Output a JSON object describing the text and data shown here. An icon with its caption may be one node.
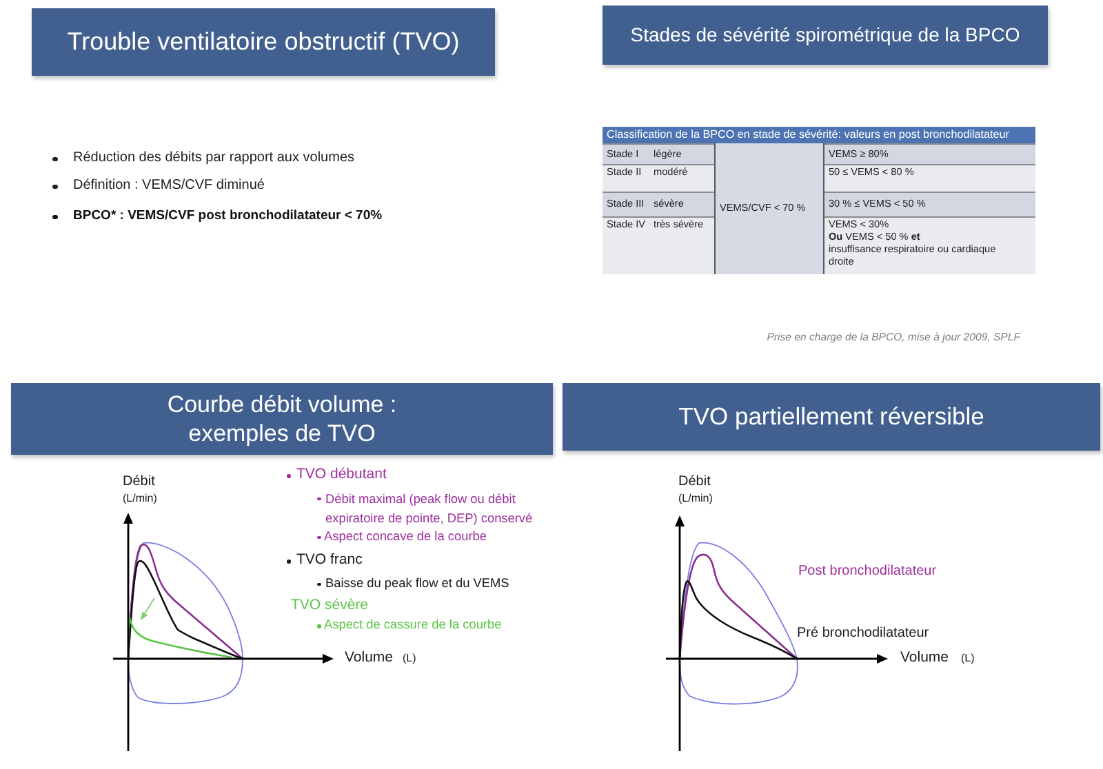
{
  "diagram": {
    "nodes": [
      {
        "text": [
          "Trouble ventilatoire obstructif (TVO)"
        ]
      },
      {
        "text": [
          "Stades de sévérité spirométrique de la BPCO"
        ]
      },
      {
        "text": [
          "Courbe débit volume : exemples de TVO"
        ]
      },
      {
        "text": [
          "TVO partiellement réversible"
        ]
      }
    ],
    "labels": [
      "Réduction des débits par rapport aux volumes",
      "Définition : VEMS/CVF diminué",
      "BPCO* : VEMS/CVF post bronchodilatateur < 70%",
      "Classification de la BPCO en stade de sévérité: valeurs en post bronchodilatateur",
      "Stade I",
      "légère",
      "VEMS/CVF < 70 %",
      "VEMS ≥ 80%",
      "Stade II",
      "modéré",
      "50 ≤ VEMS < 80 %",
      "Stade III",
      "sévère",
      "30 % ≤ VEMS < 50 %",
      "Stade IV",
      "très sévère",
      "VEMS < 30%",
      "**Ou** VEMS < 50 % **et**",
      "insuffisance respiratoire ou cardiaque droite",
      "Prise en charge de la BPCO, mise à jour 2009, SPLF",
      "Débit",
      "(L/min)",
      "Volume",
      "(L)",
      "TVO débutant",
      "Débit maximal (peak flow ou débit expiratoire de pointe, DEP) conservé",
      "Aspect concave de la courbe",
      "TVO franc",
      "Baisse du peak flow et du VEMS",
      "TVO sévère",
      "Aspect de cassure de la courbe",
      "Débit",
      "(L/min)",
      "Post bronchodilatateur",
      "Pré bronchodilatateur",
      "Volume",
      "(L)"
    ]
  }
}
